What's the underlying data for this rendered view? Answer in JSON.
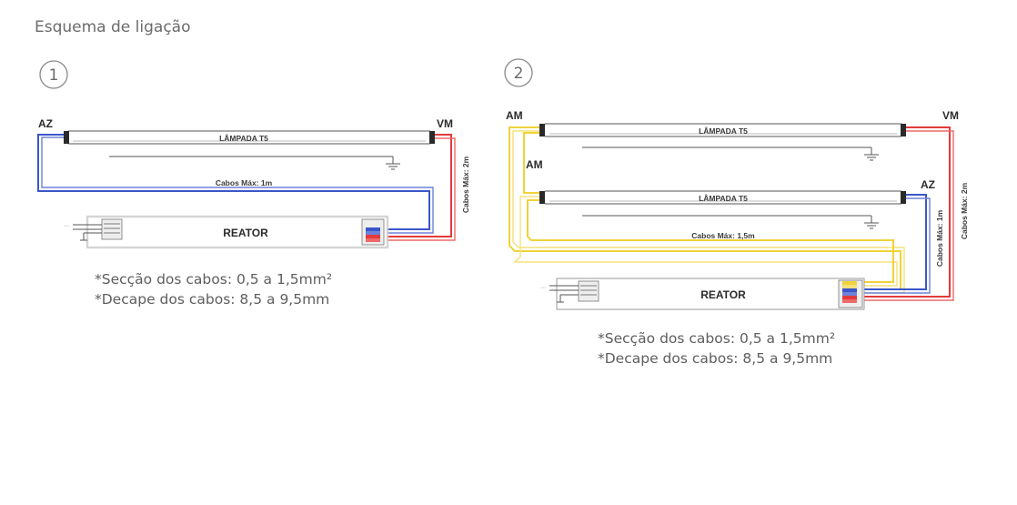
{
  "page": {
    "title": "Esquema de ligação"
  },
  "colors": {
    "blue": "#3b56c9",
    "red": "#e33a3a",
    "yellow": "#f0d23a",
    "gray": "#8a8a8a"
  },
  "diagram1": {
    "number": "1",
    "label_left": "AZ",
    "label_right": "VM",
    "lamp": "LÂMPADA T5",
    "cable_horizontal": "Cabos Máx: 1m",
    "cable_vertical": "Cabos Máx: 2m",
    "ballast": "REATOR",
    "notes": [
      "*Secção dos cabos: 0,5 a 1,5mm²",
      "*Decape dos cabos: 8,5 a 9,5mm"
    ]
  },
  "diagram2": {
    "number": "2",
    "label_top_left": "AM",
    "label_mid_left": "AM",
    "label_top_right": "VM",
    "label_mid_right": "AZ",
    "lamp_top": "LÂMPADA T5",
    "lamp_bottom": "LÂMPADA T5",
    "cable_horizontal": "Cabos Máx: 1,5m",
    "cable_vertical_inner": "Cabos Máx: 1m",
    "cable_vertical_outer": "Cabos Máx: 2m",
    "ballast": "REATOR",
    "notes": [
      "*Secção dos cabos: 0,5 a 1,5mm²",
      "*Decape dos cabos: 8,5 a 9,5mm"
    ]
  }
}
